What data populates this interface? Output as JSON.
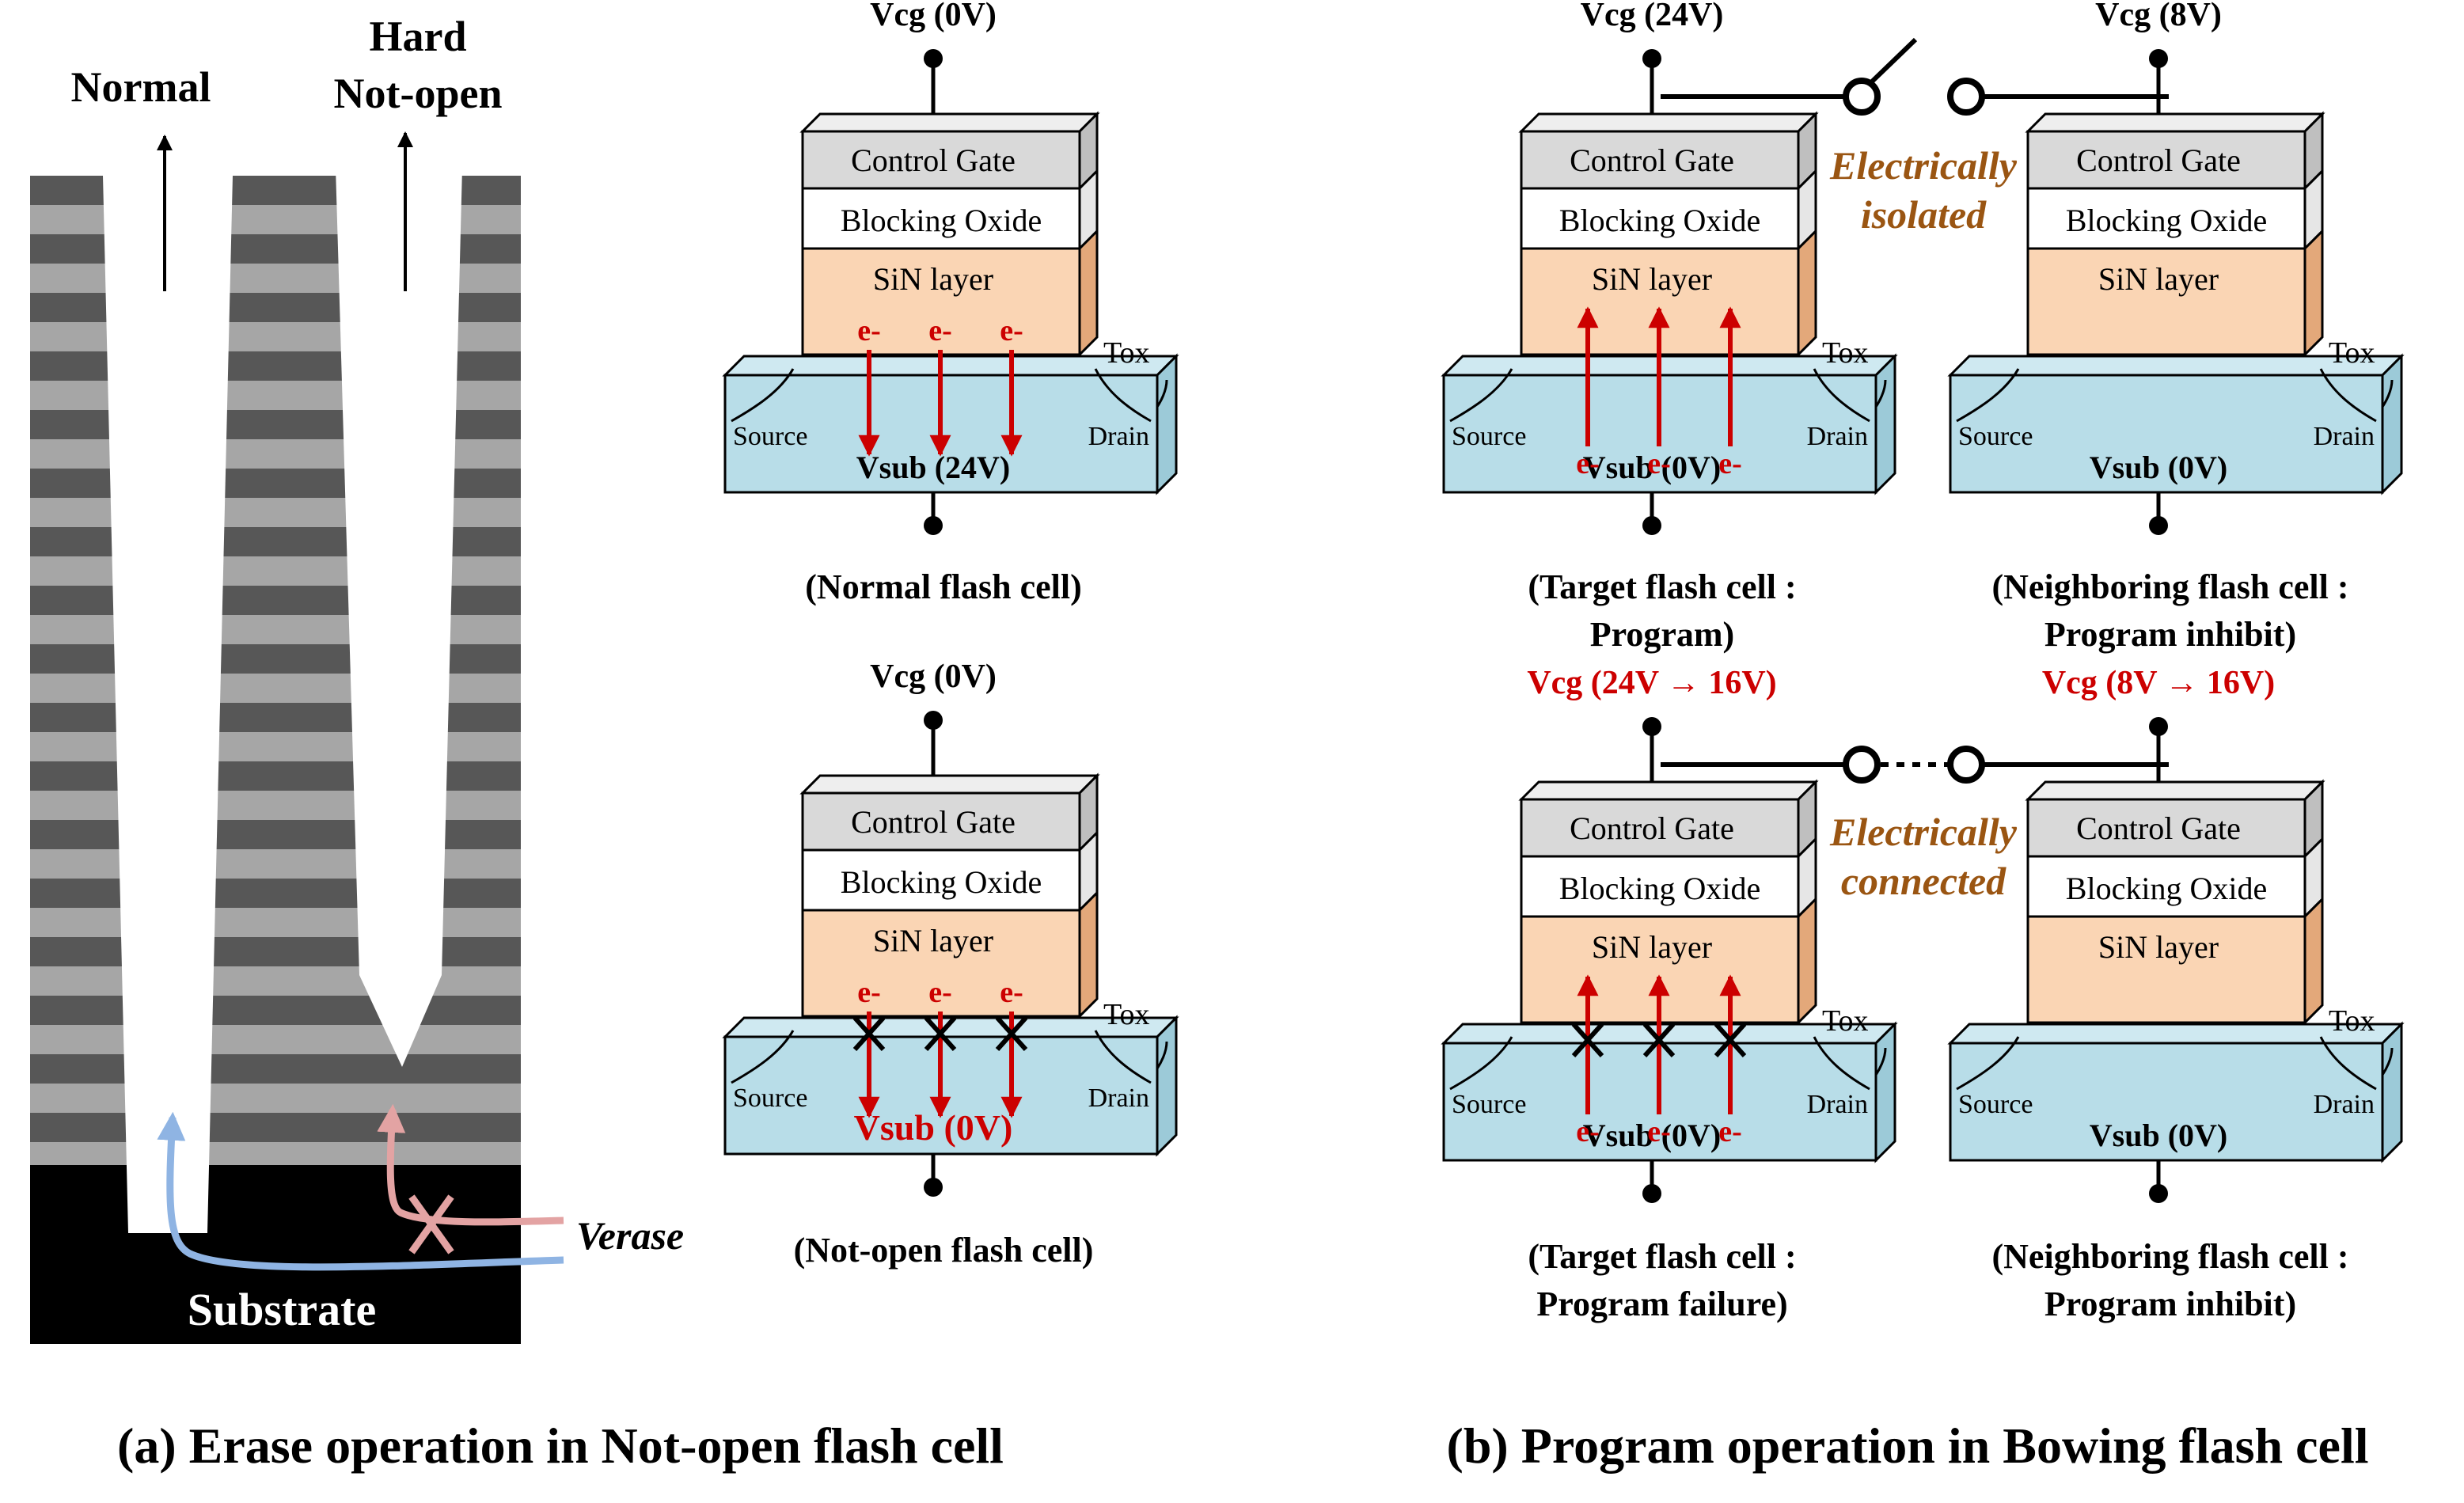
{
  "panel_a": {
    "label_normal": "Normal",
    "label_hard_line1": "Hard",
    "label_hard_line2": "Not-open",
    "verase": "Verase",
    "substrate": "Substrate",
    "caption": "(a) Erase operation in Not-open flash cell"
  },
  "cell_labels": {
    "control_gate": "Control Gate",
    "blocking_oxide": "Blocking Oxide",
    "sin_layer": "SiN layer",
    "tox": "Tox",
    "source": "Source",
    "drain": "Drain",
    "electron": "e-"
  },
  "normal_cell": {
    "vcg": "Vcg (0V)",
    "vsub": "Vsub (24V)",
    "caption": "(Normal flash cell)"
  },
  "notopen_cell": {
    "vcg": "Vcg (0V)",
    "vsub": "Vsub (0V)",
    "caption": "(Not-open flash cell)"
  },
  "top_row": {
    "target_vcg": "Vcg (24V)",
    "neighbor_vcg": "Vcg (8V)",
    "target_vsub": "Vsub (0V)",
    "neighbor_vsub": "Vsub (0V)",
    "isolated_line1": "Electrically",
    "isolated_line2": "isolated",
    "target_caption_line1": "(Target flash cell :",
    "target_caption_line2": "Program)",
    "neighbor_caption_line1": "(Neighboring flash cell :",
    "neighbor_caption_line2": "Program inhibit)"
  },
  "bottom_row": {
    "target_vcg": "Vcg (24V → 16V)",
    "neighbor_vcg": "Vcg (8V → 16V)",
    "target_vsub": "Vsub (0V)",
    "neighbor_vsub": "Vsub (0V)",
    "connected_line1": "Electrically",
    "connected_line2": "connected",
    "target_caption_line1": "(Target flash cell :",
    "target_caption_line2": "Program failure)",
    "neighbor_caption_line1": "(Neighboring flash cell :",
    "neighbor_caption_line2": "Program inhibit)"
  },
  "caption_b": "(b) Program operation in Bowing flash cell",
  "colors": {
    "control_gate": "#d9d9d9",
    "sin_layer": "#fad5b4",
    "substrate_box": "#b8dde8",
    "red": "#cc0000",
    "brown": "#9a5512",
    "blue_arrow": "#8fb4e3",
    "pink_arrow": "#e3a3a3",
    "stack_dark": "#575757",
    "stack_light": "#a6a6a6"
  }
}
